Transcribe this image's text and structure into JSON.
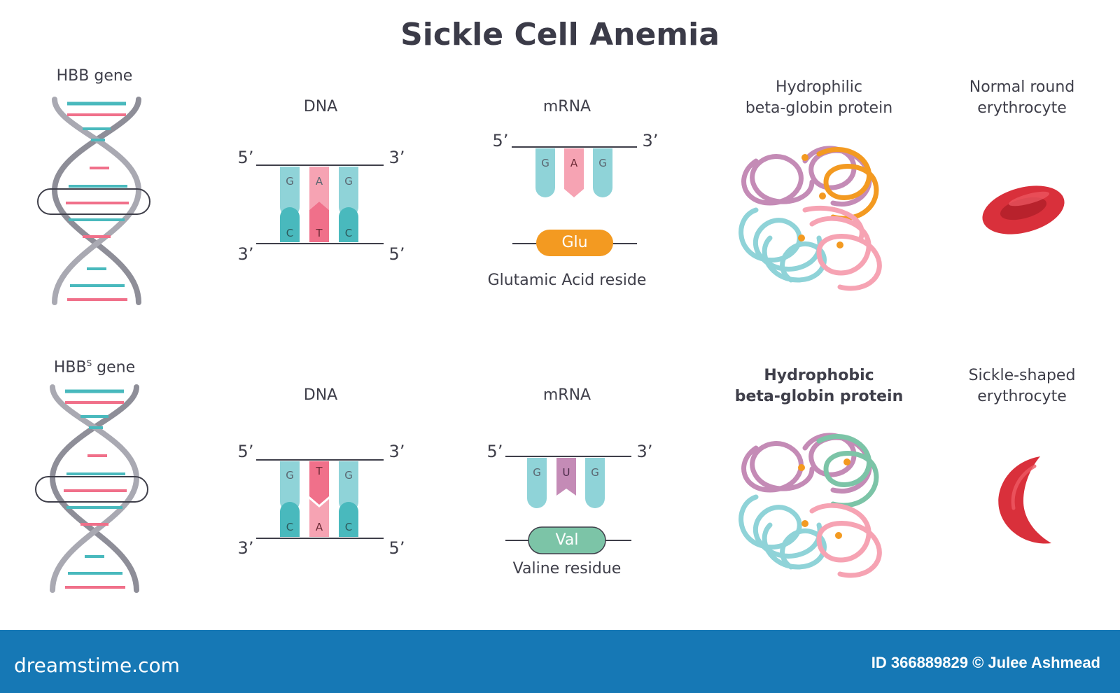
{
  "title": "Sickle Cell Anemia",
  "rows": [
    {
      "gene": "HBB gene",
      "dna_label": "DNA",
      "dna_top": [
        "G",
        "A",
        "G"
      ],
      "dna_bottom": [
        "C",
        "T",
        "C"
      ],
      "mrna_label": "mRNA",
      "mrna_codon": [
        "G",
        "A",
        "G"
      ],
      "amino_acid": "Glu",
      "residue": "Glutamic Acid reside",
      "protein": "Hydrophilic\nbeta-globin protein",
      "cell": "Normal round\nerythrocyte"
    },
    {
      "gene_base": "HBB",
      "gene_sup": "S",
      "gene_suffix": " gene",
      "dna_label": "DNA",
      "dna_top": [
        "G",
        "T",
        "G"
      ],
      "dna_bottom": [
        "C",
        "A",
        "C"
      ],
      "mrna_label": "mRNA",
      "mrna_codon": [
        "G",
        "U",
        "G"
      ],
      "amino_acid": "Val",
      "residue": "Valine residue",
      "protein": "Hydrophobic\nbeta-globin protein",
      "cell": "Sickle-shaped\nerythrocyte"
    }
  ],
  "strand_ends": {
    "five": "5’",
    "three": "3’"
  },
  "footer": {
    "brand": "dreamstime.com",
    "credit": "ID 366889829 © Julee Ashmead"
  },
  "colors": {
    "teal": "#49b9bd",
    "teal_light": "#8fd3d8",
    "pink": "#f0708a",
    "pink_light": "#f6a3b3",
    "orange": "#f39a21",
    "green": "#7cc4a7",
    "purple": "#c48bb6",
    "red": "#d9303b",
    "gray": "#7a7a86",
    "footer": "#1678b5"
  }
}
